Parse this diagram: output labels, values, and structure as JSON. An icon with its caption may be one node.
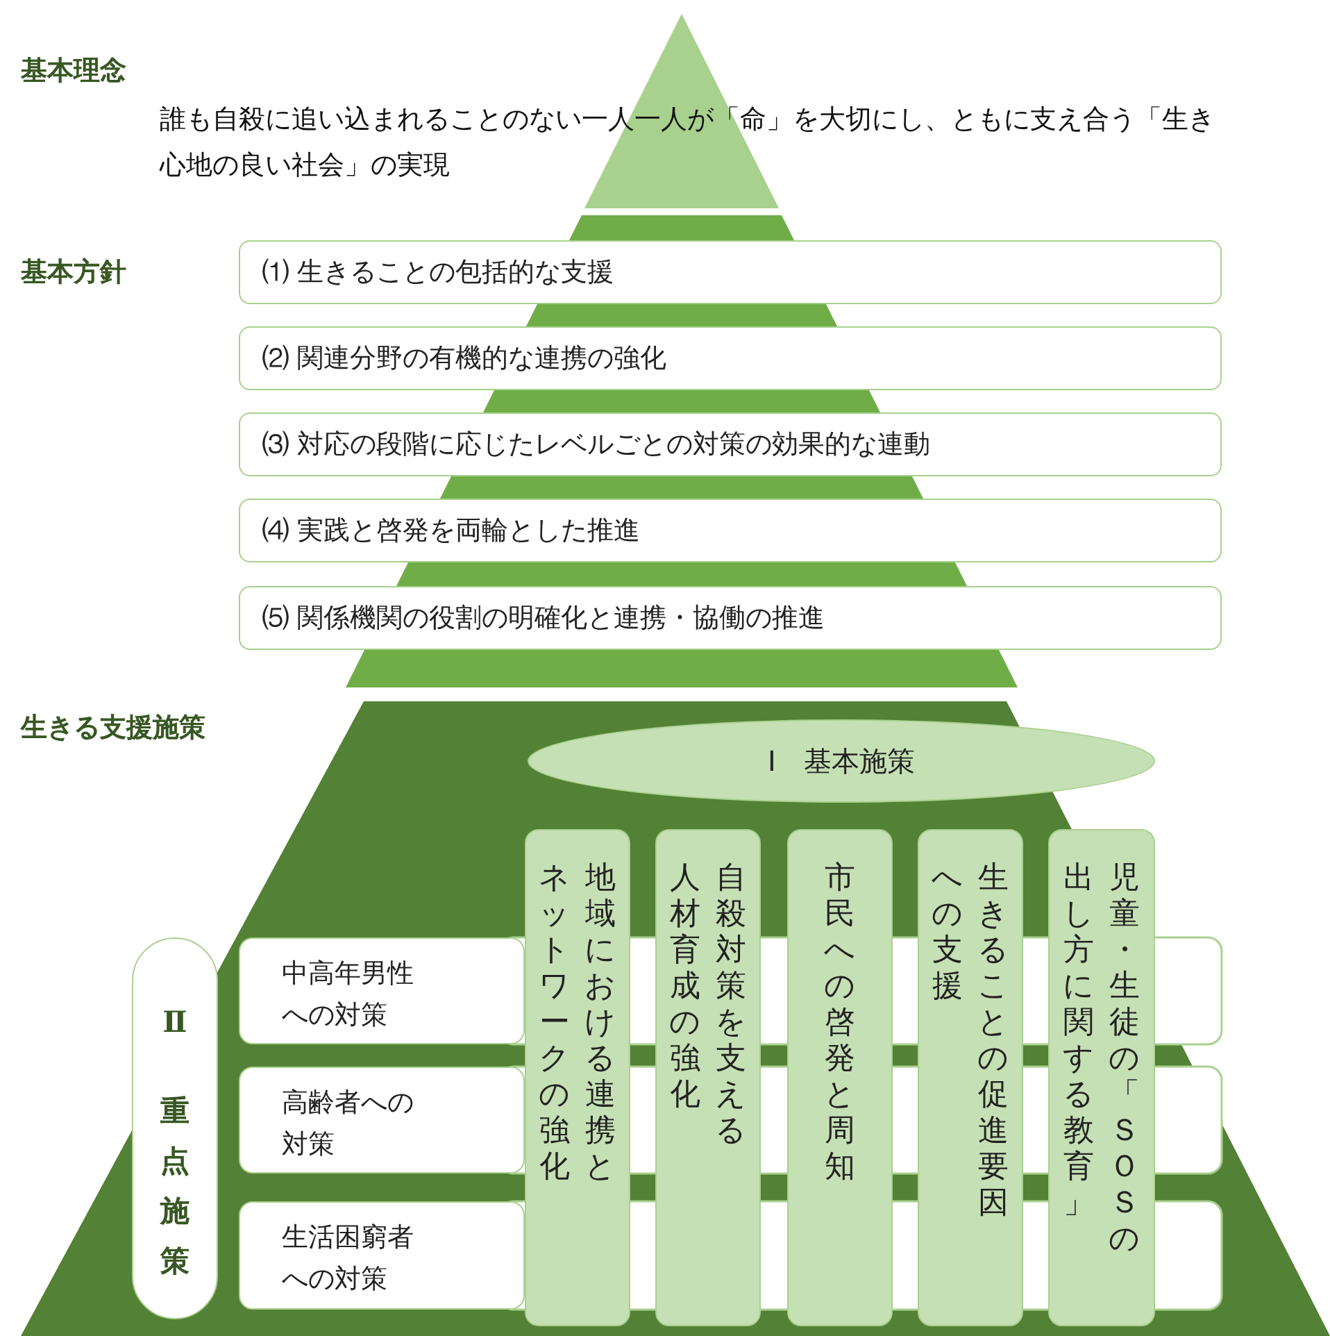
{
  "diagram": {
    "nodes": [
      {
        "text": [
          "⑴ 生きることの包括的な支援"
        ]
      },
      {
        "text": [
          "⑵ 関連分野の有機的な連携の強化"
        ]
      },
      {
        "text": [
          "⑶ 対応の段階に応じたレベルごとの対策の効果的な連動"
        ]
      },
      {
        "text": [
          "⑷ 実践と啓発を両輪とした推進"
        ]
      },
      {
        "text": [
          "⑸ 関係機関の役割の明確化と連携・協働の推進"
        ]
      },
      {
        "text": [
          "Ⅰ　基本施策"
        ]
      },
      {
        "text": [
          "地域における連携とネットワークの強化"
        ]
      },
      {
        "text": [
          "自殺対策を支える人材育成の強化"
        ]
      },
      {
        "text": [
          "市民への啓発と周知"
        ]
      },
      {
        "text": [
          "生きることの促進要因への支援"
        ]
      },
      {
        "text": [
          "児童・生徒の「ＳＯＳの出し方に関する教育」"
        ]
      },
      {
        "text": [
          "Ⅱ",
          "重点施策"
        ]
      },
      {
        "text": [
          "中高年男性への対策"
        ]
      },
      {
        "text": [
          "高齢者への対策"
        ]
      },
      {
        "text": [
          "生活困窮者への対策"
        ]
      }
    ],
    "labels": [
      "基本理念",
      "誰も自殺に追い込まれることのない一人一人が「命」を大切にし、ともに支え合う「生き心地の良い社会」の実現",
      "基本方針",
      "生きる支援施策"
    ]
  }
}
